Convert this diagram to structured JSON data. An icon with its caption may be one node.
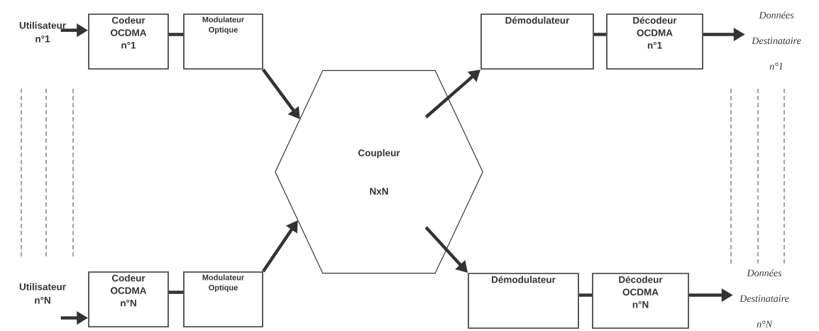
{
  "diagram": {
    "nodes": [
      {
        "text": [
          "Utilisateur n°1"
        ]
      },
      {
        "text": [
          "Codeur OCDMA n°1"
        ]
      },
      {
        "text": [
          "Modulateur Optique"
        ]
      },
      {
        "text": [
          "Démodulateur"
        ]
      },
      {
        "text": [
          "Décodeur OCDMA n°1"
        ]
      },
      {
        "text": [
          "Données Destinataire n°1"
        ]
      },
      {
        "text": [
          "Coupleur",
          "NxN"
        ]
      },
      {
        "text": [
          "Utilisateur n°N"
        ]
      },
      {
        "text": [
          "Codeur OCDMA n°N"
        ]
      },
      {
        "text": [
          "Modulateur Optique"
        ]
      },
      {
        "text": [
          "Démodulateur"
        ]
      },
      {
        "text": [
          "Décodeur OCDMA n°N"
        ]
      },
      {
        "text": [
          "Données Destinataire n°N"
        ]
      }
    ],
    "edges": [
      {
        "from": 0,
        "to": 1,
        "arrow": "to"
      },
      {
        "from": 1,
        "to": 2,
        "arrow": "none"
      },
      {
        "from": 2,
        "to": 6,
        "arrow": "to"
      },
      {
        "from": 6,
        "to": 3,
        "arrow": "to"
      },
      {
        "from": 3,
        "to": 4,
        "arrow": "none"
      },
      {
        "from": 4,
        "to": 5,
        "arrow": "to"
      },
      {
        "from": 7,
        "to": 8,
        "arrow": "to"
      },
      {
        "from": 8,
        "to": 9,
        "arrow": "none"
      },
      {
        "from": 9,
        "to": 6,
        "arrow": "to"
      },
      {
        "from": 6,
        "to": 10,
        "arrow": "to"
      },
      {
        "from": 10,
        "to": 11,
        "arrow": "none"
      },
      {
        "from": 11,
        "to": 12,
        "arrow": "to"
      }
    ]
  }
}
